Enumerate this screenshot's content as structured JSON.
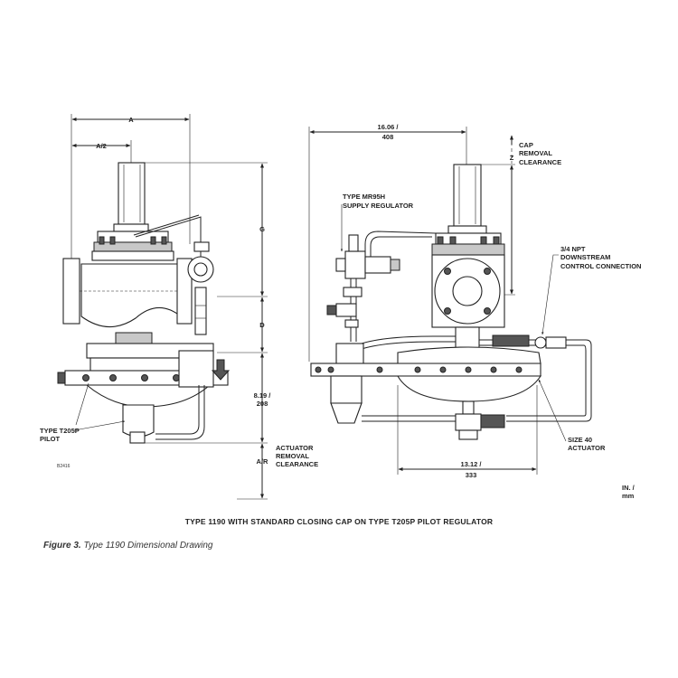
{
  "labels": {
    "dim_a": "A",
    "dim_a_half": "A/2",
    "dim_g": "G",
    "dim_d": "D",
    "dim_height_in": "8.19 /",
    "dim_height_mm": "208",
    "dim_ar": "A/R",
    "dim_width_in": "16.06 /",
    "dim_width_mm": "408",
    "dim_z": "Z",
    "dim_actuator_in": "13.12 /",
    "dim_actuator_mm": "333",
    "pilot_line1": "TYPE T205P",
    "pilot_line2": "PILOT",
    "actuator_removal_line1": "ACTUATOR",
    "actuator_removal_line2": "REMOVAL",
    "actuator_removal_line3": "CLEARANCE",
    "cap_removal_line1": "CAP",
    "cap_removal_line2": "REMOVAL",
    "cap_removal_line3": "CLEARANCE",
    "supply_reg_line1": "TYPE MR95H",
    "supply_reg_line2": "SUPPLY REGULATOR",
    "npt_line1": "3/4 NPT",
    "npt_line2": "DOWNSTREAM",
    "npt_line3": "CONTROL CONNECTION",
    "actuator_size_line1": "SIZE 40",
    "actuator_size_line2": "ACTUATOR",
    "units_line1": "IN. /",
    "units_line2": "mm",
    "drawing_code": "B2416"
  },
  "figure_title": "TYPE 1190 WITH STANDARD CLOSING CAP ON TYPE T205P PILOT REGULATOR",
  "caption": {
    "number": "Figure 3.",
    "text": " Type 1190 Dimensional Drawing"
  }
}
